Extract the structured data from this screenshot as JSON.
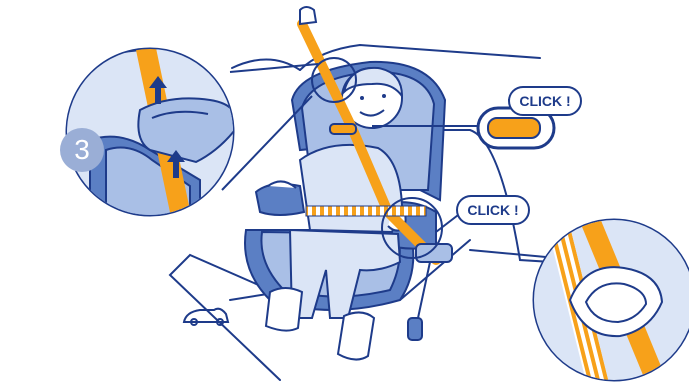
{
  "step": {
    "number": "3"
  },
  "callouts": {
    "click_top": "CLICK !",
    "click_mid": "CLICK !"
  },
  "colors": {
    "outline": "#1e3b8a",
    "belt": "#f7a11a",
    "seat": "#5b7fc4",
    "seat_light": "#a9bfe6",
    "seat_pale": "#dbe5f6",
    "badge": "#9aaed6",
    "background": "#ffffff"
  },
  "icons": [
    "arrow-up-icon",
    "car-icon",
    "belt-buckle-icon"
  ]
}
